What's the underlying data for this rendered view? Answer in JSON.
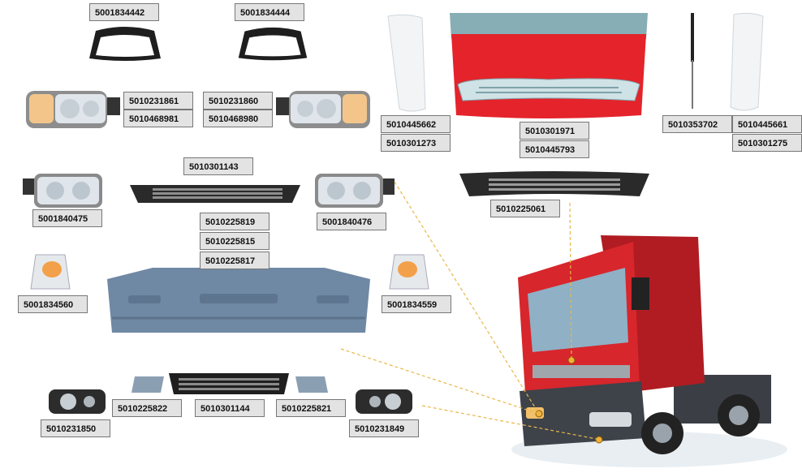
{
  "parts": [
    {
      "id": "surround-left",
      "label": "5001834442"
    },
    {
      "id": "surround-right",
      "label": "5001834444"
    },
    {
      "id": "headlamp-rh-top",
      "labels": [
        "5010231861",
        "5010468981"
      ]
    },
    {
      "id": "headlamp-lh-top",
      "labels": [
        "5010231860",
        "5010468980"
      ]
    },
    {
      "id": "deflector-left",
      "labels": [
        "5010445662",
        "5010301273"
      ]
    },
    {
      "id": "grille-front",
      "labels": [
        "5010301971",
        "5010445793"
      ]
    },
    {
      "id": "gas-strut",
      "label": "5010353702"
    },
    {
      "id": "deflector-right",
      "labels": [
        "5010445661",
        "5010301275"
      ]
    },
    {
      "id": "headlamp-left",
      "label": "5001840475"
    },
    {
      "id": "headlamp-right",
      "label": "5001840476"
    },
    {
      "id": "lower-grille-bumper",
      "label": "5010301143"
    },
    {
      "id": "bumper",
      "labels": [
        "5010225819",
        "5010225815",
        "5010225817"
      ]
    },
    {
      "id": "upper-lower-grille",
      "label": "5010225061"
    },
    {
      "id": "indicator-left",
      "label": "5001834560"
    },
    {
      "id": "indicator-right",
      "label": "5001834559"
    },
    {
      "id": "foglamp-left",
      "label": "5010231850"
    },
    {
      "id": "cover-left",
      "label": "5010225822"
    },
    {
      "id": "lower-mesh",
      "label": "5010301144"
    },
    {
      "id": "cover-right",
      "label": "5010225821"
    },
    {
      "id": "foglamp-right",
      "label": "5010231849"
    }
  ],
  "colors": {
    "label_bg": "#e3e3e3",
    "label_border": "#777777",
    "grille_red": "#e4232b",
    "bumper_blue": "#6f88a4",
    "callout": "#e8b84a"
  },
  "icons": [
    "truck-illustration",
    "headlamp-icon",
    "indicator-icon",
    "foglamp-icon",
    "bumper-icon",
    "grille-icon"
  ]
}
